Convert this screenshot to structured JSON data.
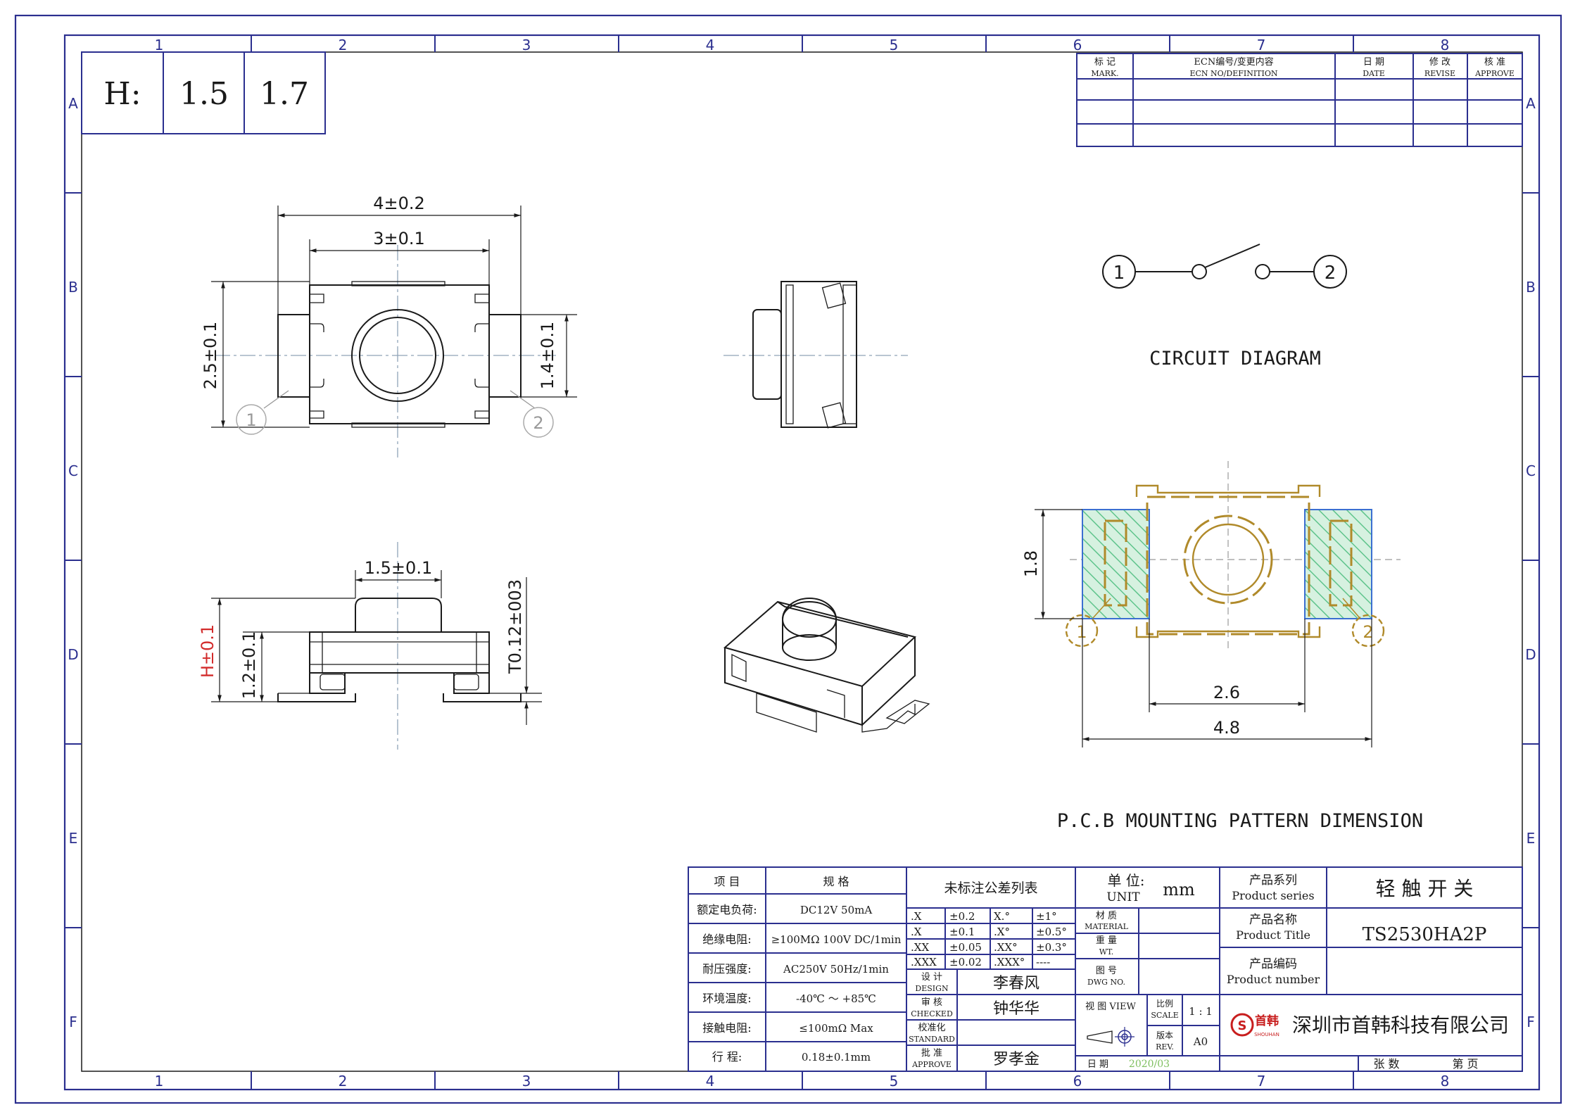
{
  "zone_columns": [
    "1",
    "2",
    "3",
    "4",
    "5",
    "6",
    "7",
    "8"
  ],
  "zone_rows": [
    "A",
    "B",
    "C",
    "D",
    "E",
    "F"
  ],
  "height_table": {
    "label": "H:",
    "values": [
      "1.5",
      "1.7"
    ]
  },
  "revision_table": {
    "headers": [
      {
        "cn": "标 记",
        "en": "MARK."
      },
      {
        "cn": "ECN编号/变更内容",
        "en": "ECN NO/DEFINITION"
      },
      {
        "cn": "日 期",
        "en": "DATE"
      },
      {
        "cn": "修 改",
        "en": "REVISE"
      },
      {
        "cn": "核 准",
        "en": "APPROVE"
      }
    ]
  },
  "top_view": {
    "dim_width": "4±0.2",
    "dim_inner": "3±0.1",
    "dim_height": "2.5±0.1",
    "dim_pad": "1.4±0.1",
    "pin1": "1",
    "pin2": "2"
  },
  "front_view": {
    "dim_button": "1.5±0.1",
    "dim_h": "H±0.1",
    "dim_body": "1.2±0.1",
    "dim_terminal": "T0.12±003"
  },
  "circuit": {
    "title": "CIRCUIT DIAGRAM",
    "pin1": "1",
    "pin2": "2"
  },
  "pcb": {
    "title": "P.C.B MOUNTING PATTERN DIMENSION",
    "dim_pad_height": "1.8",
    "dim_inner": "2.6",
    "dim_outer": "4.8",
    "pin1": "1",
    "pin2": "2"
  },
  "spec_table": {
    "header_item": "项  目",
    "header_spec": "规  格",
    "rows": [
      {
        "item": "额定电负荷:",
        "spec": "DC12V 50mA"
      },
      {
        "item": "绝缘电阻:",
        "spec": "≥100MΩ 100V DC/1min"
      },
      {
        "item": "耐压强度:",
        "spec": "AC250V  50Hz/1min"
      },
      {
        "item": "环境温度:",
        "spec": "-40℃ ～ +85℃"
      },
      {
        "item": "接触电阻:",
        "spec": "≤100mΩ Max"
      },
      {
        "item": "行    程:",
        "spec": "0.18±0.1mm"
      }
    ]
  },
  "tolerance_table": {
    "title": "未标注公差列表",
    "rows": [
      [
        ".X",
        "±0.2",
        "X.°",
        "±1°"
      ],
      [
        ".X",
        "±0.1",
        ".X°",
        "±0.5°"
      ],
      [
        ".XX",
        "±0.05",
        ".XX°",
        "±0.3°"
      ],
      [
        ".XXX",
        "±0.02",
        ".XXX°",
        "----"
      ]
    ]
  },
  "title_block": {
    "unit_label_cn": "单 位:",
    "unit_label_en": "UNIT",
    "unit_value": "mm",
    "material_cn": "材 质",
    "material_en": "MATERIAL",
    "weight_cn": "重 量",
    "weight_en": "WT.",
    "dwg_cn": "图 号",
    "dwg_en": "DWG NO.",
    "design_cn": "设 计",
    "design_en": "DESIGN",
    "design_name": "李春风",
    "checked_cn": "审 核",
    "checked_en": "CHECKED",
    "checked_name": "钟华华",
    "standard_cn": "校准化",
    "standard_en": "STANDARD",
    "approve_cn": "批 准",
    "approve_en": "APPROVE",
    "approve_name": "罗孝金",
    "view_label": "视 图 VIEW",
    "scale_cn": "比例",
    "scale_en": "SCALE",
    "scale_value": "1 : 1",
    "rev_cn": "版本",
    "rev_en": "REV.",
    "rev_value": "A0",
    "date_label": "日  期",
    "date_value": "2020/03",
    "series_cn": "产品系列",
    "series_en": "Product series",
    "series_value": "轻 触 开 关",
    "title_cn": "产品名称",
    "title_en": "Product Title",
    "title_value": "TS2530HA2P",
    "number_cn": "产品编码",
    "number_en": "Product number",
    "logo_text": "首韩",
    "logo_sub": "SHOUHAN",
    "company": "深圳市首韩科技有限公司",
    "sheets_label": "张  数",
    "page_label": "第    页"
  },
  "colors": {
    "frame": "#2b2f8f",
    "pcb_pattern": "#b08a2a",
    "pad_fill": "#7fd3a6",
    "pad_outline": "#3b6fd1",
    "dim_h": "#d22a2a"
  }
}
